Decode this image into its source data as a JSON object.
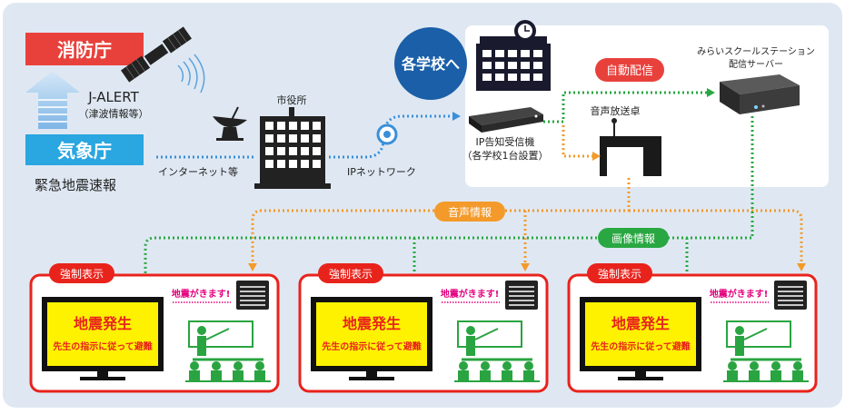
{
  "colors": {
    "background": "#dfe8f2",
    "fire_red": "#e8413c",
    "meteo_blue": "#2aa6e1",
    "school_navy": "#1a5fa8",
    "network_blue": "#3a8fd9",
    "audio_orange": "#f39a2b",
    "video_green": "#29a742",
    "screen_yellow": "#fff200",
    "frame_red": "#e8231c",
    "classroom_green": "#2aa441",
    "warning_red": "#e4007f"
  },
  "sources": {
    "fire_agency": "消防庁",
    "jalert_title": "J-ALERT",
    "jalert_sub": "（津波情報等）",
    "weather_agency": "気象庁",
    "eew": "緊急地震速報"
  },
  "network": {
    "internet": "インターネット等",
    "city_hall": "市役所",
    "ip_network": "IPネットワーク",
    "to_schools": "各学校へ"
  },
  "school": {
    "auto_delivery": "自動配信",
    "receiver_label": "IP告知受信機",
    "receiver_sub": "（各学校1台設置）",
    "broadcast_desk": "音声放送卓",
    "server_label": "みらいスクールステーション",
    "server_sub": "配信サーバー"
  },
  "flows": {
    "audio_info": "音声情報",
    "video_info": "画像情報"
  },
  "classrooms": [
    {
      "badge": "強制表示",
      "alert_text": "地震がきます!",
      "screen_title": "地震発生",
      "screen_sub": "先生の指示に従って避難"
    },
    {
      "badge": "強制表示",
      "alert_text": "地震がきます!",
      "screen_title": "地震発生",
      "screen_sub": "先生の指示に従って避難"
    },
    {
      "badge": "強制表示",
      "alert_text": "地震がきます!",
      "screen_title": "地震発生",
      "screen_sub": "先生の指示に従って避難"
    }
  ]
}
